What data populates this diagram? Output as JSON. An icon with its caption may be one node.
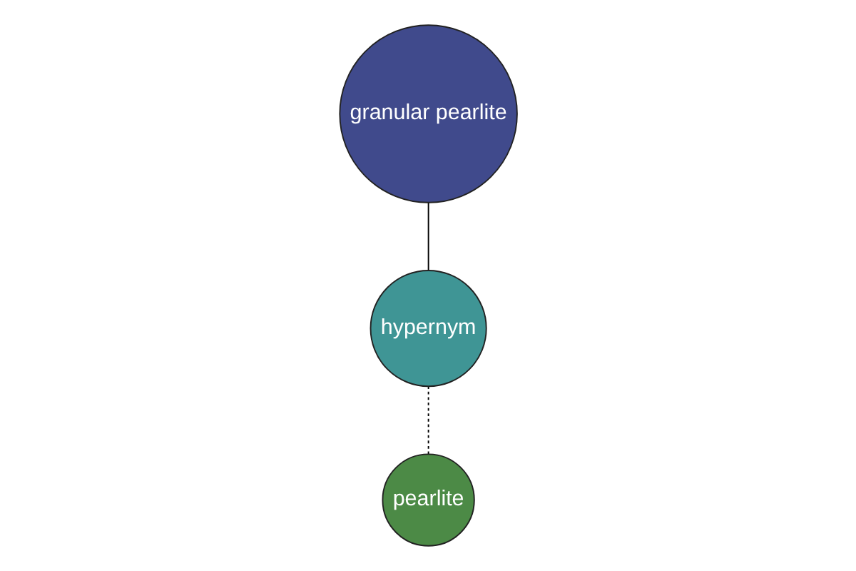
{
  "diagram": {
    "nodes": [
      {
        "text": [
          "granular pearlite"
        ]
      },
      {
        "text": [
          "hypernym"
        ]
      },
      {
        "text": [
          "pearlite"
        ]
      }
    ],
    "edges": [
      {
        "from": 0,
        "to": 1,
        "arrow": "none"
      },
      {
        "from": 1,
        "to": 2,
        "arrow": "none",
        "style": "dashed"
      }
    ]
  }
}
